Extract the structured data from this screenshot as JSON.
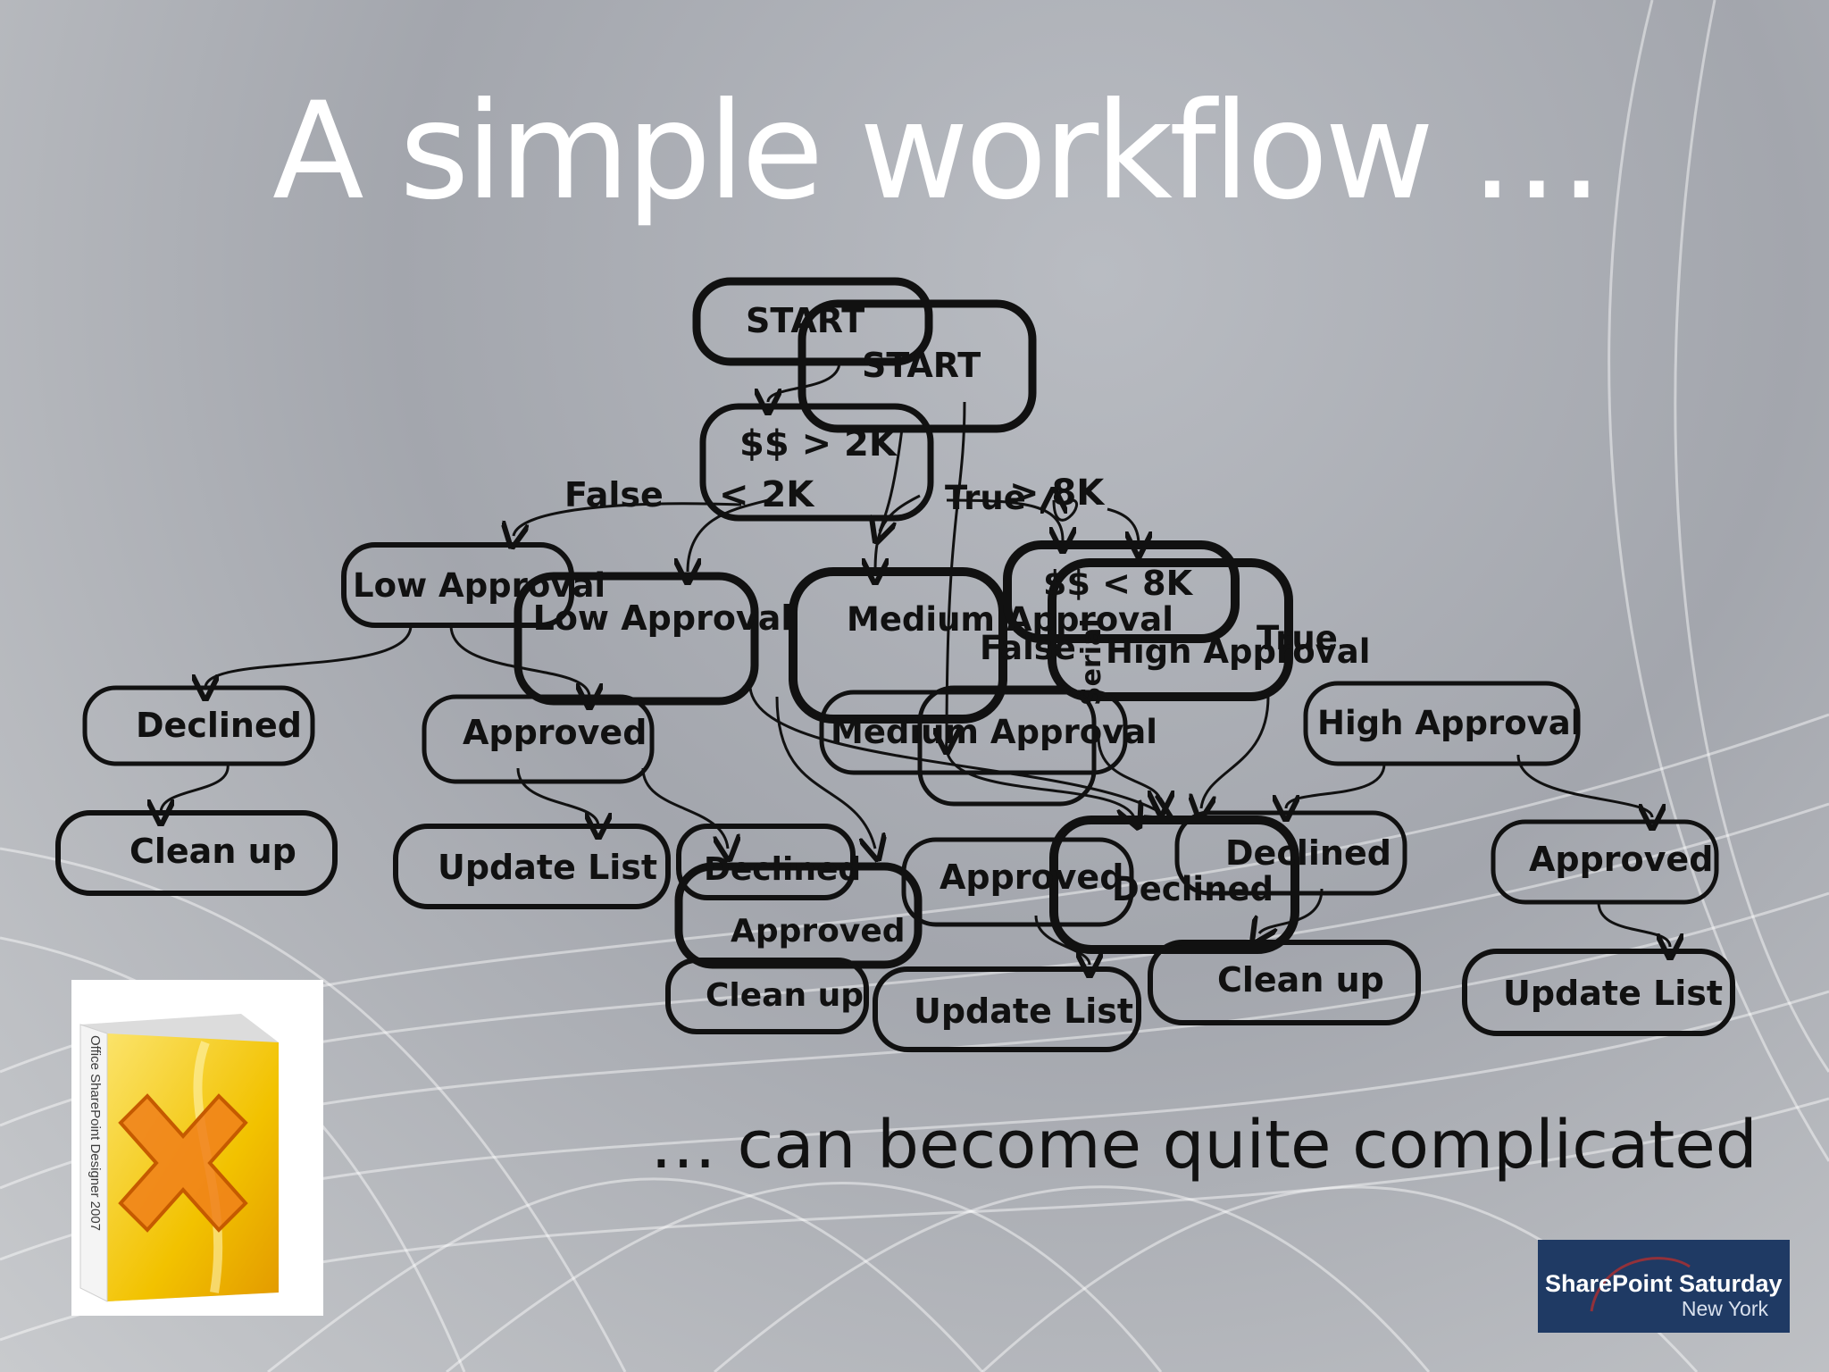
{
  "slide": {
    "title": "A simple workflow …",
    "subtitle": "… can become quite complicated"
  },
  "diagram": {
    "nodes": [
      {
        "id": "start-a",
        "label": "START"
      },
      {
        "id": "start-b",
        "label": "START"
      },
      {
        "id": "cond-2k",
        "label": "$$ > 2K"
      },
      {
        "id": "low-approval-a",
        "label": "Low Approval"
      },
      {
        "id": "low-approval-b",
        "label": "Low Approval"
      },
      {
        "id": "medium-approval-a",
        "label": "Medium Approval"
      },
      {
        "id": "cond-8k",
        "label": "$$ < 8K"
      },
      {
        "id": "high-approval-a",
        "label": "High Approval"
      },
      {
        "id": "declined-a",
        "label": "Declined"
      },
      {
        "id": "approved-a",
        "label": "Approved"
      },
      {
        "id": "medium-approval-b",
        "label": "Medium Approval"
      },
      {
        "id": "high-approval-b",
        "label": "High Approval"
      },
      {
        "id": "cleanup-a",
        "label": "Clean up"
      },
      {
        "id": "update-list-a",
        "label": "Update List"
      },
      {
        "id": "declined-b",
        "label": "Declined"
      },
      {
        "id": "approved-b",
        "label": "Approved"
      },
      {
        "id": "approved-c",
        "label": "Approved"
      },
      {
        "id": "declined-c",
        "label": "Declined"
      },
      {
        "id": "declined-d",
        "label": "Declined"
      },
      {
        "id": "approved-d",
        "label": "Approved"
      },
      {
        "id": "cleanup-b",
        "label": "Clean up"
      },
      {
        "id": "update-list-b",
        "label": "Update List"
      },
      {
        "id": "cleanup-c",
        "label": "Clean up"
      },
      {
        "id": "update-list-c",
        "label": "Update List"
      }
    ],
    "edge_labels": [
      {
        "id": "false-1",
        "label": "False"
      },
      {
        "id": "lt-2k",
        "label": "< 2K"
      },
      {
        "id": "true-1",
        "label": "True"
      },
      {
        "id": "gt-8k",
        "label": "> 8K"
      },
      {
        "id": "false-2",
        "label": "False"
      },
      {
        "id": "true-2",
        "label": "True"
      },
      {
        "id": "serial",
        "label": "Serial"
      }
    ]
  },
  "product_box": {
    "text": "Office SharePoint Designer 2007"
  },
  "logo": {
    "line1": "SharePoint Saturday",
    "line2": "New York"
  },
  "colors": {
    "title": "#ffffff",
    "ink": "#111111",
    "product_yellow": "#f2c200",
    "cross_orange": "#f07f1a",
    "logo_bg": "#1f3a64"
  }
}
